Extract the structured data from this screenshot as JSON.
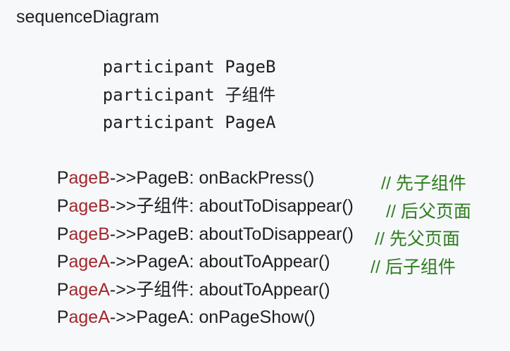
{
  "header": "sequenceDiagram",
  "participants": [
    {
      "keyword": "participant",
      "name": "PageB"
    },
    {
      "keyword": "participant",
      "name": "子组件"
    },
    {
      "keyword": "participant",
      "name": "PageA"
    }
  ],
  "messages": [
    {
      "p": "P",
      "from_rest": "ageB",
      "arrow": "->>",
      "to": "PageB",
      "text": ": onBackPress()",
      "comment": ""
    },
    {
      "p": "P",
      "from_rest": "ageB",
      "arrow": "->>",
      "to": "子组件",
      "text": ": aboutToDisappear()",
      "comment": "// 先子组件"
    },
    {
      "p": "P",
      "from_rest": "ageB",
      "arrow": "->>",
      "to": "PageB",
      "text": ": aboutToDisappear()",
      "comment": "// 后父页面"
    },
    {
      "p": "P",
      "from_rest": "ageA",
      "arrow": "->>",
      "to": "PageA",
      "text": ": aboutToAppear()",
      "comment": "// 先父页面"
    },
    {
      "p": "P",
      "from_rest": "ageA",
      "arrow": "->>",
      "to": "子组件",
      "text": ": aboutToAppear()",
      "comment": "// 后子组件"
    },
    {
      "p": "P",
      "from_rest": "ageA",
      "arrow": "->>",
      "to": "PageA",
      "text": ": onPageShow()",
      "comment": ""
    }
  ]
}
